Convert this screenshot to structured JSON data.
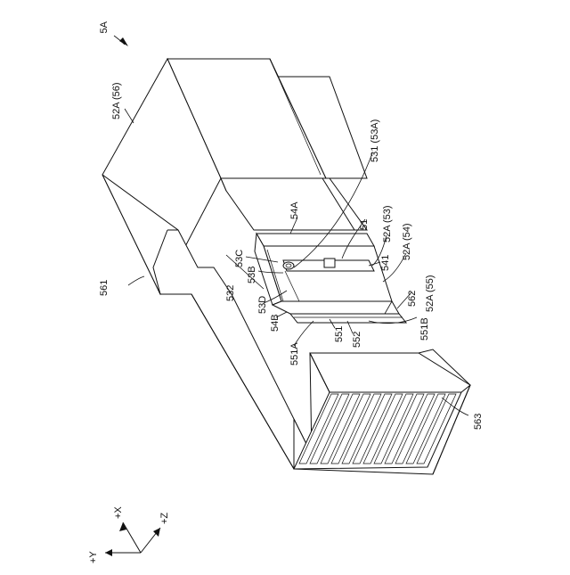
{
  "figure": {
    "labels": {
      "fig_id": "5A",
      "l_52A56": "52A (56)",
      "l_531": "531 (53A)",
      "l_54A": "54A",
      "l_51": "51",
      "l_52A53": "52A (53)",
      "l_52A54": "52A (54)",
      "l_53C": "53C",
      "l_541": "541",
      "l_53B": "53B",
      "l_532": "532",
      "l_53D": "53D",
      "l_52A55": "52A (55)",
      "l_562": "562",
      "l_561": "561",
      "l_54B": "54B",
      "l_551B": "551B",
      "l_551": "551",
      "l_552": "552",
      "l_551A": "551A",
      "l_563": "563"
    },
    "axes": {
      "x": "+X",
      "y": "+Y",
      "z": "+Z"
    }
  }
}
